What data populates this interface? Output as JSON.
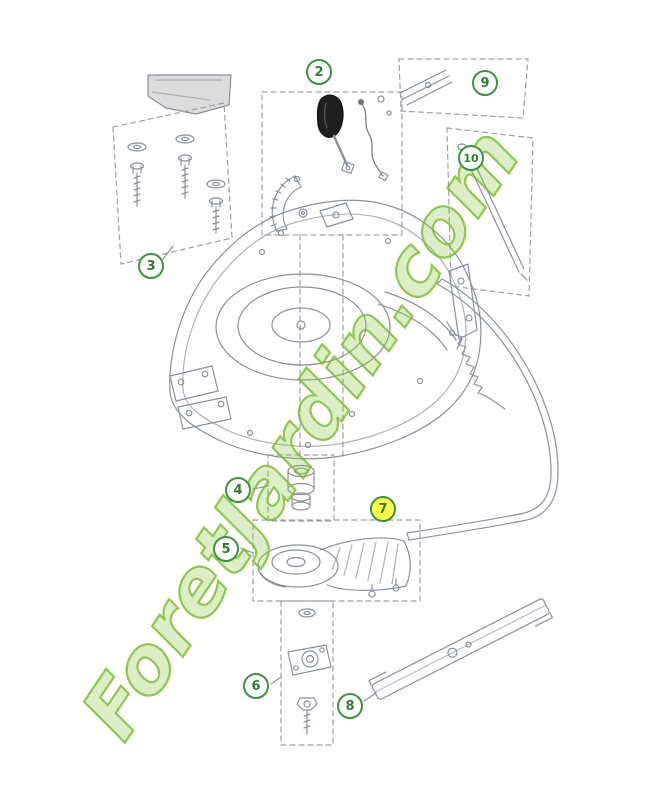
{
  "watermark": {
    "text": "ForetJardin.com"
  },
  "callouts": [
    {
      "label": "2",
      "highlighted": false
    },
    {
      "label": "3",
      "highlighted": false
    },
    {
      "label": "4",
      "highlighted": false
    },
    {
      "label": "5",
      "highlighted": false
    },
    {
      "label": "6",
      "highlighted": false
    },
    {
      "label": "7",
      "highlighted": true
    },
    {
      "label": "8",
      "highlighted": false
    },
    {
      "label": "9",
      "highlighted": false
    },
    {
      "label": "10",
      "highlighted": false
    }
  ],
  "colors": {
    "callout_ring": "#3d9140",
    "callout_text": "#2e7d32",
    "highlight": "#fbff4a",
    "watermark_fill": "#8cc63f",
    "watermark_stroke": "#76b82a",
    "line_art": "#8a909a",
    "dashed_box": "#9aa0a6"
  }
}
